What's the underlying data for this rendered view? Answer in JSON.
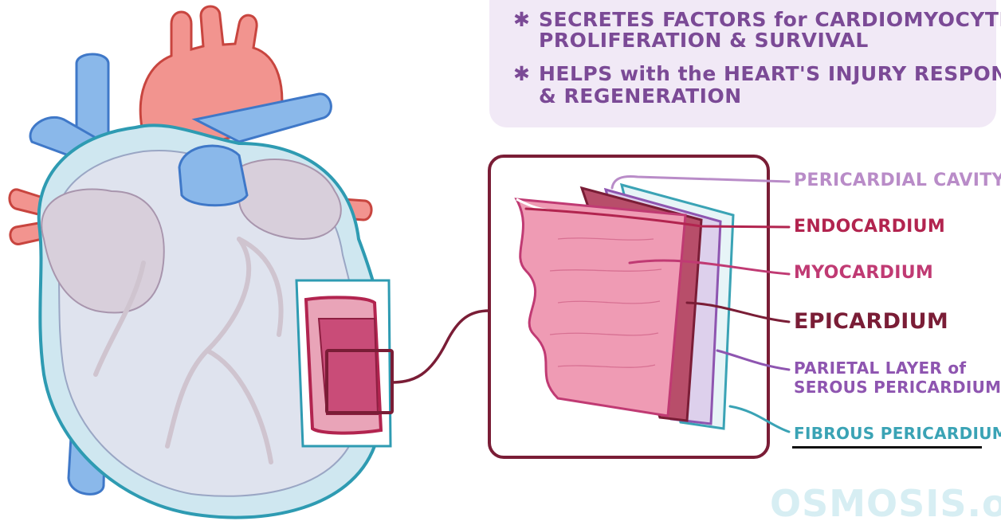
{
  "info_box": {
    "bullets": [
      {
        "star": "✱",
        "lines": [
          "SECRETES FACTORS for CARDIOMYOCYTE",
          "PROLIFERATION & SURVIVAL"
        ]
      },
      {
        "star": "✱",
        "lines": [
          "HELPS with the HEART'S INJURY RESPONSE",
          "& REGENERATION"
        ]
      }
    ]
  },
  "labels": {
    "pericardial_cavity": "PERICARDIAL CAVITY",
    "endocardium": "ENDOCARDIUM",
    "myocardium": "MYOCARDIUM",
    "epicardium": "EPICARDIUM",
    "parietal_layer_line1": "PARIETAL LAYER of",
    "parietal_layer_line2": "SEROUS PERICARDIUM",
    "fibrous_pericardium": "FIBROUS PERICARDIUM"
  },
  "colors": {
    "pericardial_cavity": "#b98cc8",
    "endocardium": "#b2244f",
    "myocardium": "#c03a73",
    "epicardium": "#7a1d36",
    "parietal_layer": "#8e55b0",
    "fibrous_pericardium": "#3aa3b5"
  },
  "watermark": "OSMOSIS.or"
}
